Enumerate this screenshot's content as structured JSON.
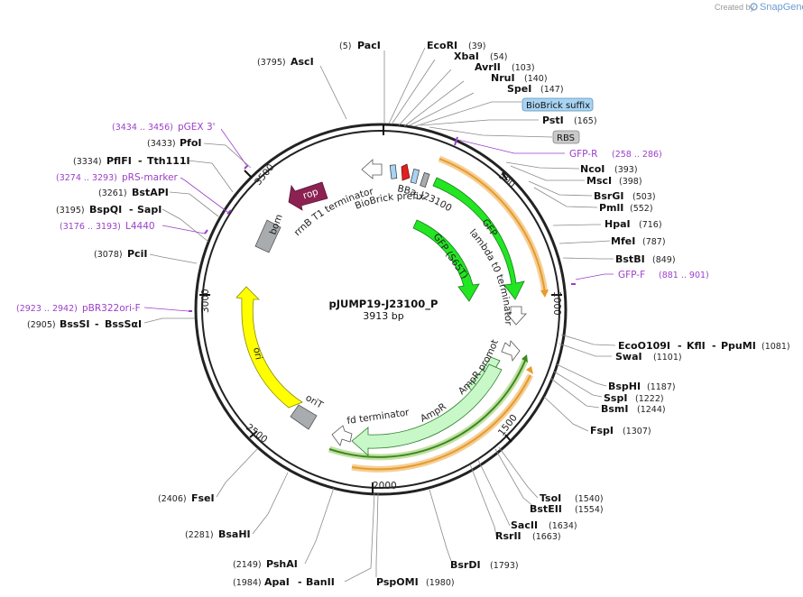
{
  "credit": {
    "prefix": "Created by",
    "brand": "SnapGene"
  },
  "plasmid": {
    "name": "pJUMP19-J23100_P",
    "length": "3913 bp"
  },
  "ring_ticks": [
    "500",
    "1000",
    "1500",
    "2000",
    "2500",
    "3000",
    "3500"
  ],
  "sites": [
    {
      "name": "PacI",
      "pos": "(5)"
    },
    {
      "name": "EcoRI",
      "pos": "(39)"
    },
    {
      "name": "XbaI",
      "pos": "(54)"
    },
    {
      "name": "AvrII",
      "pos": "(103)"
    },
    {
      "name": "NruI",
      "pos": "(140)"
    },
    {
      "name": "SpeI",
      "pos": "(147)"
    },
    {
      "name": "PstI",
      "pos": "(165)"
    },
    {
      "name": "NcoI",
      "pos": "(393)"
    },
    {
      "name": "MscI",
      "pos": "(398)"
    },
    {
      "name": "BsrGI",
      "pos": "(503)"
    },
    {
      "name": "PmlI",
      "pos": "(552)"
    },
    {
      "name": "HpaI",
      "pos": "(716)"
    },
    {
      "name": "MfeI",
      "pos": "(787)"
    },
    {
      "name": "BstBI",
      "pos": "(849)"
    },
    {
      "name": "EcoO109I",
      "pos": "(1081)",
      "extra": [
        "KflI",
        "PpuMI"
      ]
    },
    {
      "name": "SwaI",
      "pos": "(1101)"
    },
    {
      "name": "BspHI",
      "pos": "(1187)"
    },
    {
      "name": "SspI",
      "pos": "(1222)"
    },
    {
      "name": "BsmI",
      "pos": "(1244)"
    },
    {
      "name": "FspI",
      "pos": "(1307)"
    },
    {
      "name": "TsoI",
      "pos": "(1540)"
    },
    {
      "name": "BstEII",
      "pos": "(1554)"
    },
    {
      "name": "SacII",
      "pos": "(1634)"
    },
    {
      "name": "RsrII",
      "pos": "(1663)"
    },
    {
      "name": "BsrDI",
      "pos": "(1793)"
    },
    {
      "name": "PspOMI",
      "pos": "(1980)"
    },
    {
      "name": "ApaI",
      "pos": "(1984)",
      "extra": [
        "BanII"
      ]
    },
    {
      "name": "PshAI",
      "pos": "(2149)"
    },
    {
      "name": "BsaHI",
      "pos": "(2281)"
    },
    {
      "name": "FseI",
      "pos": "(2406)"
    },
    {
      "name": "BssSI",
      "pos": "(2905)",
      "extra": [
        "BssSαI"
      ]
    },
    {
      "name": "PciI",
      "pos": "(3078)"
    },
    {
      "name": "BspQI",
      "pos": "(3195)",
      "extra": [
        "SapI"
      ]
    },
    {
      "name": "BstAPI",
      "pos": "(3261)"
    },
    {
      "name": "PflFI",
      "pos": "(3334)",
      "extra": [
        "Tth111I"
      ]
    },
    {
      "name": "PfoI",
      "pos": "(3433)"
    },
    {
      "name": "AscI",
      "pos": "(3795)"
    }
  ],
  "primers": [
    {
      "name": "GFP-R",
      "range": "(258 .. 286)"
    },
    {
      "name": "GFP-F",
      "range": "(881 .. 901)"
    },
    {
      "name": "pBR322ori-F",
      "range": "(2923 .. 2942)"
    },
    {
      "name": "L4440",
      "range": "(3176 .. 3193)"
    },
    {
      "name": "pRS-marker",
      "range": "(3274 .. 3293)"
    },
    {
      "name": "pGEX 3'",
      "range": "(3434 .. 3456)"
    }
  ],
  "callouts": {
    "biobrick_suffix": "BioBrick suffix",
    "rbs": "RBS"
  },
  "features": {
    "rop": "rop",
    "rrnb": "rrnB T1 terminator",
    "biobrick_prefix": "BioBrick prefix",
    "bba": "BBa_J23100",
    "gfp": "GFP",
    "gfp_s65t": "GFP (S65T)",
    "lambda_t0": "lambda t0 terminator",
    "ampr_promoter": "AmpR promoter",
    "ampr": "AmpR",
    "fd_terminator": "fd terminator",
    "orit": "oriT",
    "ori": "ori",
    "bom": "bom"
  },
  "colors": {
    "gfp": "#22e622",
    "ampr": "#c8f7c8",
    "ori": "#ffff00",
    "rop": "#8b2252",
    "grey_feature": "#a9acaf",
    "primer": "#9b3fc9",
    "orange_arc": "#e89a2c",
    "green_arc": "#3b8a1e"
  }
}
